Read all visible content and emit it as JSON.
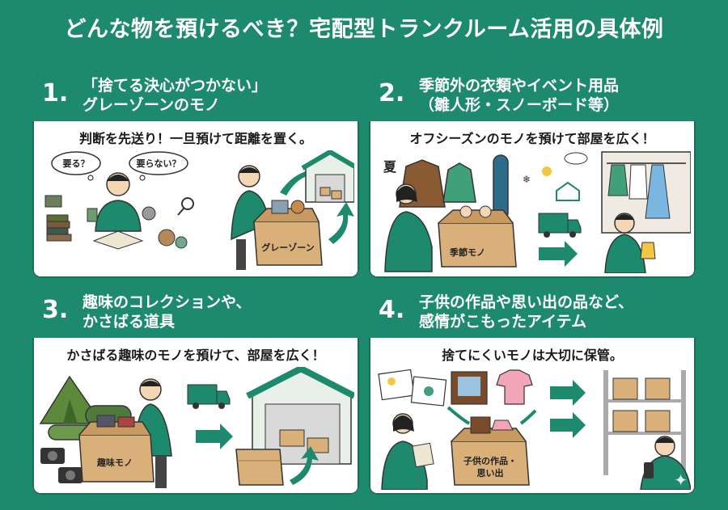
{
  "header": {
    "title": "どんな物を預けるべき？宅配型トランクルーム活用の具体例"
  },
  "cards": [
    {
      "number": "1.",
      "title_line1": "「捨てる決心がつかない」",
      "title_line2": "グレーゾーンのモノ",
      "subtitle": "判断を先送り！一旦預けて距離を置く。",
      "bubble_left": "要る？",
      "bubble_right": "要らない？",
      "box_label": "グレーゾーン"
    },
    {
      "number": "2.",
      "title_line1": "季節外の衣類やイベント用品",
      "title_line2": "（雛人形・スノーボード等）",
      "subtitle": "オフシーズンのモノを預けて部屋を広く！",
      "season_label": "夏",
      "box_label": "季節モノ"
    },
    {
      "number": "3.",
      "title_line1": "趣味のコレクションや、",
      "title_line2": "かさばる道具",
      "subtitle": "かさばる趣味のモノを預けて、部屋を広く！",
      "box_label": "趣味モノ"
    },
    {
      "number": "4.",
      "title_line1": "子供の作品や思い出の品など、",
      "title_line2": "感情がこもったアイテム",
      "subtitle": "捨てにくいモノは大切に保管。",
      "box_label_line1": "子供の作品・",
      "box_label_line2": "思い出"
    }
  ],
  "icons": {
    "sparkle": "sparkle-icon"
  },
  "colors": {
    "brand_green": "#1d8a6e",
    "box_brown": "#d9b07a",
    "white": "#ffffff"
  }
}
